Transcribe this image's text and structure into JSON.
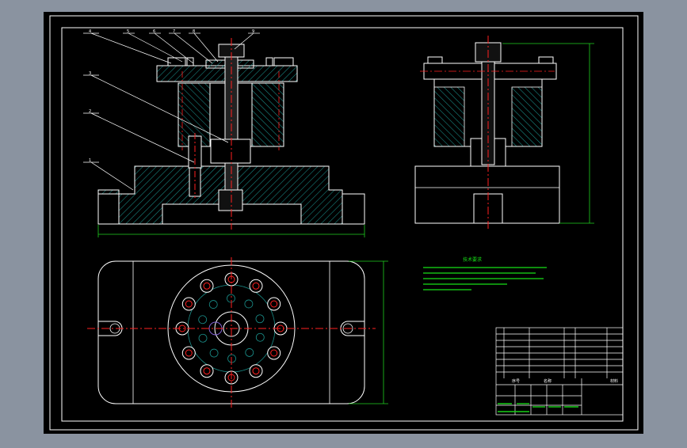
{
  "window": {
    "title": "",
    "background_color": "#8a93a0",
    "canvas_color": "#000000"
  },
  "colors": {
    "outline": "#ffffff",
    "hatch": "#1a8f8a",
    "centerline": "#ff2020",
    "dimension": "#1fd01f",
    "leader": "#ffffff",
    "bolt_body": "#cfcfcf",
    "notes_text": "#17e017",
    "title_grid": "#ffffff",
    "title_green": "#17d017"
  },
  "drawing": {
    "balloons": [
      "4",
      "5",
      "6",
      "7",
      "8",
      "9",
      "3",
      "2",
      "1"
    ],
    "dims": {
      "front_width": "",
      "side_height": "",
      "plan_height": ""
    },
    "notes_title": "技术要求",
    "notes": [
      "",
      "",
      "",
      "",
      ""
    ],
    "title_block": {
      "seq_header": "序号",
      "name_header": "名称",
      "material_header": "材料"
    }
  },
  "icons": {
    "center_nut": "hex-nut-icon",
    "bolt_hole": "bolt-hole-icon",
    "slot": "u-slot-icon"
  }
}
